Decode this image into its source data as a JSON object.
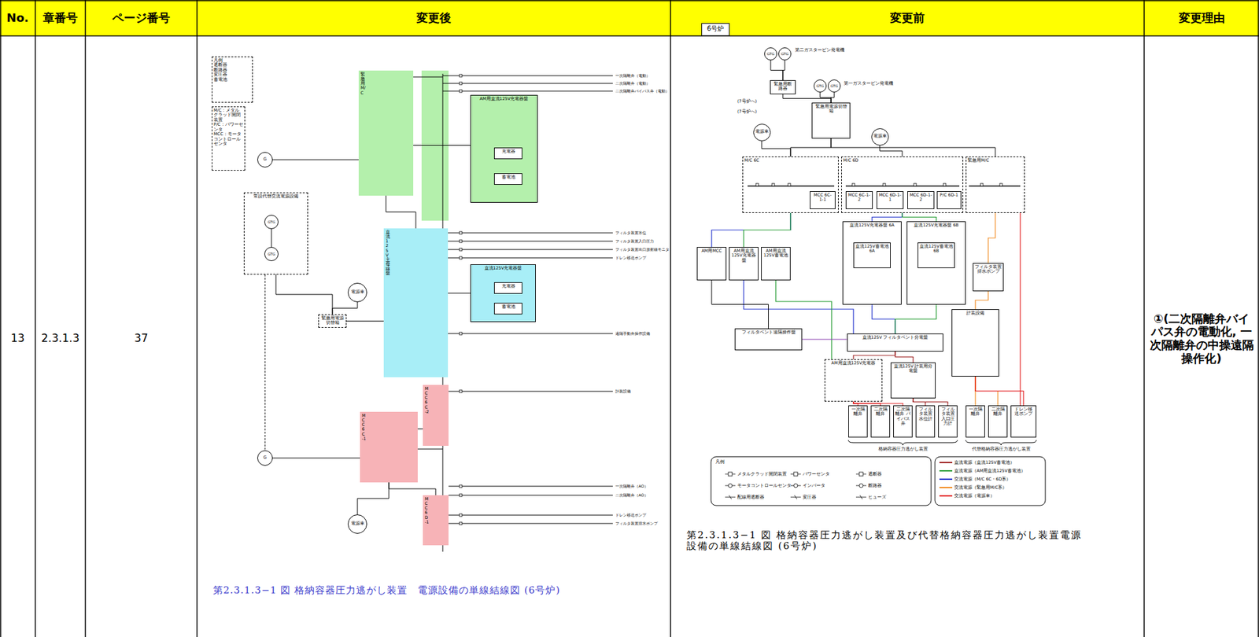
{
  "diagram": {
    "caption": "第2.3.1.3−1 図 格納容器圧力逃がし装置　電源設備の単線結線図 (6号炉)",
    "nodes": [
      {
        "text": [
          "凡例",
          "遮断器",
          "断路器",
          "変圧器",
          "蓄電池"
        ]
      },
      {
        "text": [
          "M/C：メタルクラッド開閉装置",
          "P/C：パワーセンタ",
          "MCC：モータコントロールセンタ"
        ]
      },
      {
        "text": [
          "常設代替交流電源設備"
        ]
      },
      {
        "text": [
          "GTG"
        ],
        "in": 2
      },
      {
        "text": [
          "GTG"
        ],
        "in": 2
      },
      {
        "text": [
          "G"
        ]
      },
      {
        "text": [
          "緊急用M/C"
        ]
      },
      {
        "text": [
          "AM用直流125V充電器盤"
        ]
      },
      {
        "text": [
          "充電器"
        ],
        "in": 7
      },
      {
        "text": [
          "蓄電池"
        ],
        "in": 7
      },
      {
        "text": [
          "直流125V主母線盤"
        ]
      },
      {
        "text": [
          "直流125V充電器盤"
        ]
      },
      {
        "text": [
          "充電器"
        ],
        "in": 11
      },
      {
        "text": [
          "蓄電池"
        ],
        "in": 11
      },
      {
        "text": [
          "緊急用電源切替箱"
        ]
      },
      {
        "text": [
          "電源車"
        ]
      },
      {
        "text": [
          "G"
        ]
      },
      {
        "text": [
          "MCC 6C-1"
        ]
      },
      {
        "text": [
          "MCC 6C-2"
        ]
      },
      {
        "text": [
          "MCC 6D-1"
        ]
      },
      {
        "text": [
          "電源車"
        ]
      },
      {
        "text": [
          "6号炉"
        ]
      },
      {
        "text": [
          "GTG"
        ]
      },
      {
        "text": [
          "GTG"
        ]
      },
      {
        "text": [
          "GTG"
        ]
      },
      {
        "text": [
          "GTG"
        ]
      },
      {
        "text": [
          "緊急用断路器"
        ]
      },
      {
        "text": [
          "緊急用電源切替箱"
        ]
      },
      {
        "text": [
          "電源車"
        ]
      },
      {
        "text": [
          "電源車"
        ]
      },
      {
        "text": [
          "M/C 6C"
        ]
      },
      {
        "text": [
          "M/C 6D"
        ]
      },
      {
        "text": [
          "緊急用M/C"
        ]
      },
      {
        "text": [
          "MCC 6C-1-1"
        ],
        "in": 30
      },
      {
        "text": [
          "MCC 6C-1-2"
        ],
        "in": 31
      },
      {
        "text": [
          "MCC 6D-1-1"
        ],
        "in": 31
      },
      {
        "text": [
          "MCC 6D-1-2"
        ],
        "in": 31
      },
      {
        "text": [
          "P/C 6D-1"
        ],
        "in": 31
      },
      {
        "text": [
          "直流125V充電器盤 6A"
        ]
      },
      {
        "text": [
          "直流125V充電器盤 6B"
        ]
      },
      {
        "text": [
          "直流125V蓄電池 6A"
        ],
        "in": 38
      },
      {
        "text": [
          "直流125V蓄電池 6B"
        ],
        "in": 39
      },
      {
        "text": [
          "AM用MCC"
        ]
      },
      {
        "text": [
          "AM用直流125V充電器盤"
        ]
      },
      {
        "text": [
          "AM用直流125V蓄電池"
        ]
      },
      {
        "text": [
          "フィルタベント遠隔操作盤"
        ]
      },
      {
        "text": [
          "直流125V フィルタベント分電盤"
        ]
      },
      {
        "text": [
          "AM用直流125V充電器"
        ]
      },
      {
        "text": [
          "直流125V 計装用分電盤"
        ]
      },
      {
        "text": [
          "フィルタ装置 排水ポンプ"
        ]
      },
      {
        "text": [
          "計装設備"
        ]
      },
      {
        "text": [
          "一次隔離弁"
        ]
      },
      {
        "text": [
          "二次隔離弁"
        ]
      },
      {
        "text": [
          "二次隔離弁 バイパス弁"
        ]
      },
      {
        "text": [
          "フィルタ装置 水位計"
        ]
      },
      {
        "text": [
          "フィルタ装置 入口圧力計"
        ]
      },
      {
        "text": [
          "一次隔離弁"
        ]
      },
      {
        "text": [
          "二次隔離弁"
        ]
      },
      {
        "text": [
          "ドレン移送ポンプ"
        ]
      }
    ],
    "edges": [
      {
        "from": 5,
        "to": 6,
        "arrow": "none"
      },
      {
        "from": 6,
        "to": 7,
        "arrow": "none"
      },
      {
        "from": 6,
        "to": 10,
        "arrow": "none"
      },
      {
        "from": 10,
        "to": 11,
        "arrow": "none"
      },
      {
        "from": 14,
        "to": 10,
        "arrow": "none"
      },
      {
        "from": 15,
        "to": 14,
        "arrow": "none"
      },
      {
        "from": 2,
        "to": 14,
        "arrow": "none"
      },
      {
        "from": 3,
        "to": 4,
        "arrow": "none"
      },
      {
        "from": 8,
        "to": 9,
        "arrow": "none"
      },
      {
        "from": 12,
        "to": 13,
        "arrow": "none"
      },
      {
        "from": 16,
        "to": 17,
        "arrow": "none"
      },
      {
        "from": 17,
        "to": 18,
        "arrow": "none"
      },
      {
        "from": 17,
        "to": 19,
        "arrow": "none"
      },
      {
        "from": 20,
        "to": 17,
        "arrow": "none"
      },
      {
        "from": 22,
        "to": 26,
        "arrow": "none"
      },
      {
        "from": 23,
        "to": 26,
        "arrow": "none"
      },
      {
        "from": 26,
        "to": 27,
        "arrow": "none"
      },
      {
        "from": 24,
        "to": 27,
        "arrow": "none"
      },
      {
        "from": 25,
        "to": 27,
        "arrow": "none"
      },
      {
        "from": 27,
        "to": 30,
        "arrow": "none"
      },
      {
        "from": 27,
        "to": 32,
        "arrow": "none"
      },
      {
        "from": 28,
        "to": 30,
        "arrow": "none"
      },
      {
        "from": 29,
        "to": 31,
        "arrow": "none"
      },
      {
        "from": 30,
        "to": 42,
        "arrow": "none"
      },
      {
        "from": 30,
        "to": 43,
        "arrow": "none"
      },
      {
        "from": 42,
        "to": 45,
        "arrow": "none"
      },
      {
        "from": 31,
        "to": 38,
        "arrow": "none"
      },
      {
        "from": 31,
        "to": 39,
        "arrow": "none"
      },
      {
        "from": 38,
        "to": 46,
        "arrow": "none"
      },
      {
        "from": 39,
        "to": 46,
        "arrow": "none"
      },
      {
        "from": 46,
        "to": 47,
        "arrow": "none"
      },
      {
        "from": 46,
        "to": 48,
        "arrow": "none"
      },
      {
        "from": 47,
        "to": 51,
        "arrow": "none"
      },
      {
        "from": 47,
        "to": 52,
        "arrow": "none"
      },
      {
        "from": 47,
        "to": 53,
        "arrow": "none"
      },
      {
        "from": 48,
        "to": 54,
        "arrow": "none"
      },
      {
        "from": 48,
        "to": 55,
        "arrow": "none"
      },
      {
        "from": 32,
        "to": 49,
        "arrow": "none"
      },
      {
        "from": 49,
        "to": 50,
        "arrow": "none"
      },
      {
        "from": 50,
        "to": 56,
        "arrow": "none"
      },
      {
        "from": 50,
        "to": 57,
        "arrow": "none"
      },
      {
        "from": 50,
        "to": 58,
        "arrow": "none"
      }
    ],
    "labels": [
      "No.",
      "章番号",
      "ページ番号",
      "変更後",
      "変更前",
      "変更理由",
      "13",
      "2.3.1.3",
      "37",
      "①(二次隔離弁バイパス弁の電動化, 一次隔離弁の中操遠隔操作化)",
      "一次隔離弁（電動）",
      "二次隔離弁（電動）",
      "二次隔離弁バイパス弁（電動）",
      "フィルタ装置水位",
      "フィルタ装置入口圧力",
      "フィルタ装置出口放射線モニタ",
      "ドレン移送ポンプ",
      "遠隔手動弁操作設備",
      "計装設備",
      "一次隔離弁（AO）",
      "二次隔離弁（AO）",
      "ドレン移送ポンプ",
      "フィルタ装置排水ポンプ",
      "第二ガスタービン発電機",
      "第一ガスタービン発電機",
      "(7号炉へ)",
      "(7号炉へ)",
      "格納容器圧力逃がし装置",
      "代替格納容器圧力逃がし装置",
      "凡例",
      "第2.3.1.3−1 図 格納容器圧力逃がし装置及び代替格納容器圧力逃がし装置電源設備の単線結線図 (6号炉)"
    ],
    "legend": [
      {
        "text": "メタルクラッド開閉装置"
      },
      {
        "text": "モータコントロールセンタ"
      },
      {
        "text": "配線用遮断器"
      },
      {
        "text": "パワーセンタ"
      },
      {
        "text": "インバータ"
      },
      {
        "text": "変圧器"
      },
      {
        "text": "遮断器"
      },
      {
        "text": "断路器"
      },
      {
        "text": "ヒューズ"
      },
      {
        "text": "直流電源（直流125V蓄電池）",
        "color": "#9b1b1b"
      },
      {
        "text": "直流電源（AM用直流125V蓄電池）",
        "color": "#1f9a2e"
      },
      {
        "text": "交流電源（M/C 6C・6D系）",
        "color": "#2233cc"
      },
      {
        "text": "交流電源（緊急用M/C系）",
        "color": "#f28a1e"
      },
      {
        "text": "交流電源（電源車）",
        "color": "#e31a1c"
      }
    ]
  }
}
